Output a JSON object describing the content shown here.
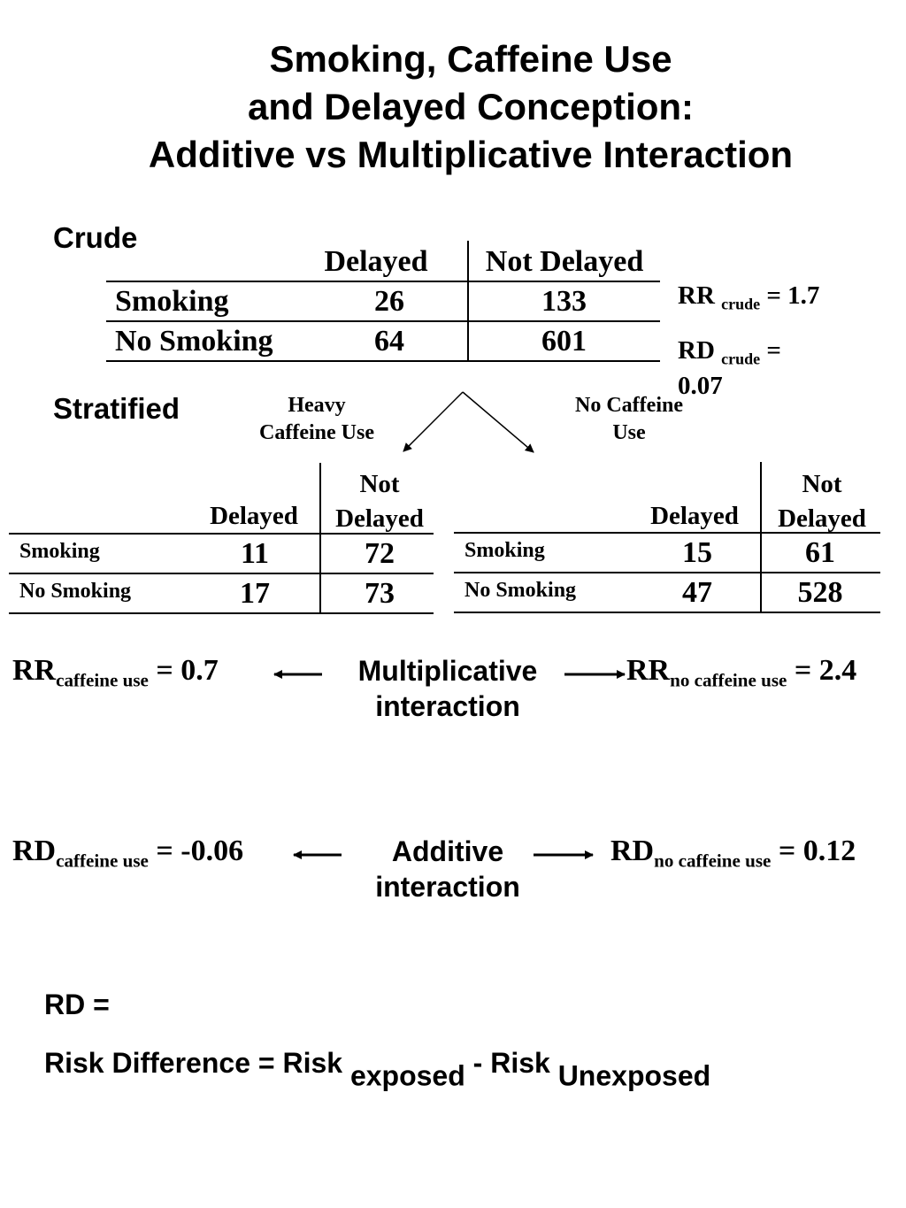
{
  "title": {
    "line1": "Smoking, Caffeine Use",
    "line2": "and Delayed Conception:",
    "line3": "Additive vs Multiplicative Interaction"
  },
  "crude": {
    "section_label": "Crude",
    "columns": [
      "Delayed",
      "Not Delayed"
    ],
    "rows": [
      {
        "label": "Smoking",
        "delayed": "26",
        "not_delayed": "133"
      },
      {
        "label": "No Smoking",
        "delayed": "64",
        "not_delayed": "601"
      }
    ],
    "rr_label": "RR",
    "rr_sub": "crude",
    "rr_value": "= 1.7",
    "rd_label": "RD",
    "rd_sub": "crude",
    "rd_value": "=",
    "rd_value2": "0.07"
  },
  "stratified": {
    "section_label": "Stratified",
    "heavy_label_line1": "Heavy",
    "heavy_label_line2": "Caffeine Use",
    "none_label_line1": "No Caffeine",
    "none_label_line2": "Use",
    "heavy_table": {
      "col1": "Delayed",
      "col2_line1": "Not",
      "col2_line2": "Delayed",
      "rows": [
        {
          "label": "Smoking",
          "delayed": "11",
          "not_delayed": "72"
        },
        {
          "label": "No Smoking",
          "delayed": "17",
          "not_delayed": "73"
        }
      ]
    },
    "none_table": {
      "col1": "Delayed",
      "col2_line1": "Not",
      "col2_line2": "Delayed",
      "rows": [
        {
          "label": "Smoking",
          "delayed": "15",
          "not_delayed": "61"
        },
        {
          "label": "No Smoking",
          "delayed": "47",
          "not_delayed": "528"
        }
      ]
    }
  },
  "multiplicative": {
    "left_label": "RR",
    "left_sub": "caffeine use",
    "left_value": "= 0.7",
    "center_line1": "Multiplicative",
    "center_line2": "interaction",
    "right_label": "RR",
    "right_sub": "no caffeine use",
    "right_value": "= 2.4"
  },
  "additive": {
    "left_label": "RD",
    "left_sub": "caffeine use",
    "left_value": "= -0.06",
    "center_line1": "Additive",
    "center_line2": "interaction",
    "right_label": "RD",
    "right_sub": "no caffeine use",
    "right_value": "= 0.12"
  },
  "definition": {
    "line1": "RD =",
    "prefix": "Risk Difference = Risk",
    "exposed_sub": "exposed",
    "minus": " - Risk",
    "unexposed_sub": "Unexposed"
  }
}
